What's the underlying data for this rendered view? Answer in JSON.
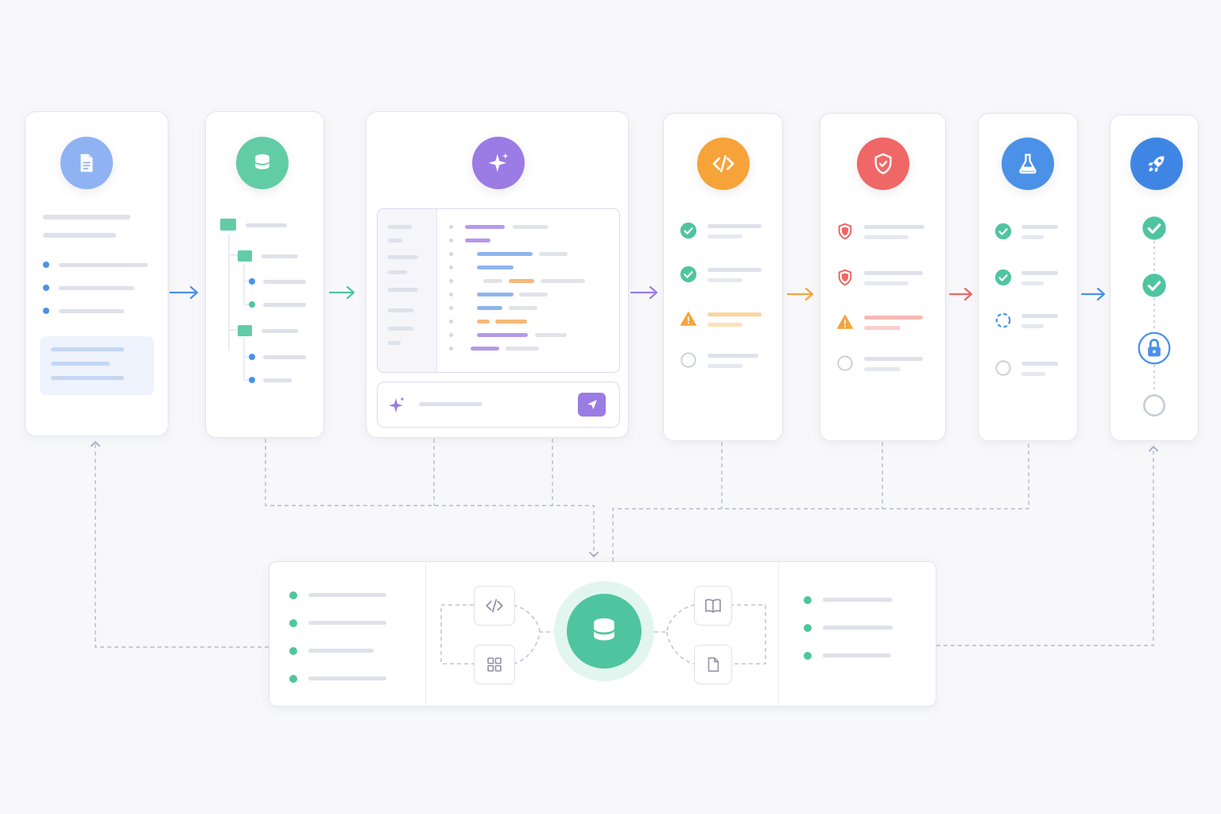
{
  "stages": [
    {
      "name": "document",
      "icon": "document-icon",
      "color": "#6e9ef2"
    },
    {
      "name": "database",
      "icon": "database-icon",
      "color": "#4fc59f"
    },
    {
      "name": "ai-editor",
      "icon": "sparkle-icon",
      "color": "#9b7be4"
    },
    {
      "name": "code-review",
      "icon": "code-icon",
      "color": "#f6a33a",
      "checks": [
        "passed",
        "passed",
        "warning",
        "pending"
      ]
    },
    {
      "name": "security",
      "icon": "shield-icon",
      "color": "#ef6766",
      "checks": [
        "issue",
        "issue",
        "warning",
        "pending"
      ]
    },
    {
      "name": "testing",
      "icon": "flask-icon",
      "color": "#4b91e8",
      "checks": [
        "passed",
        "passed",
        "running",
        "pending"
      ]
    },
    {
      "name": "deploy",
      "icon": "rocket-icon",
      "color": "#3f86e4",
      "steps": [
        "passed",
        "passed",
        "locked",
        "pending"
      ]
    }
  ],
  "arrow_colors": [
    "#4b91e8",
    "#4fc59f",
    "#9b7be4",
    "#f6a33a",
    "#ef6766",
    "#4b91e8"
  ],
  "hub": {
    "icon": "database-icon",
    "color": "#4fc59f",
    "left_nodes": [
      "code-icon",
      "grid-icon"
    ],
    "right_nodes": [
      "book-icon",
      "file-icon"
    ]
  }
}
